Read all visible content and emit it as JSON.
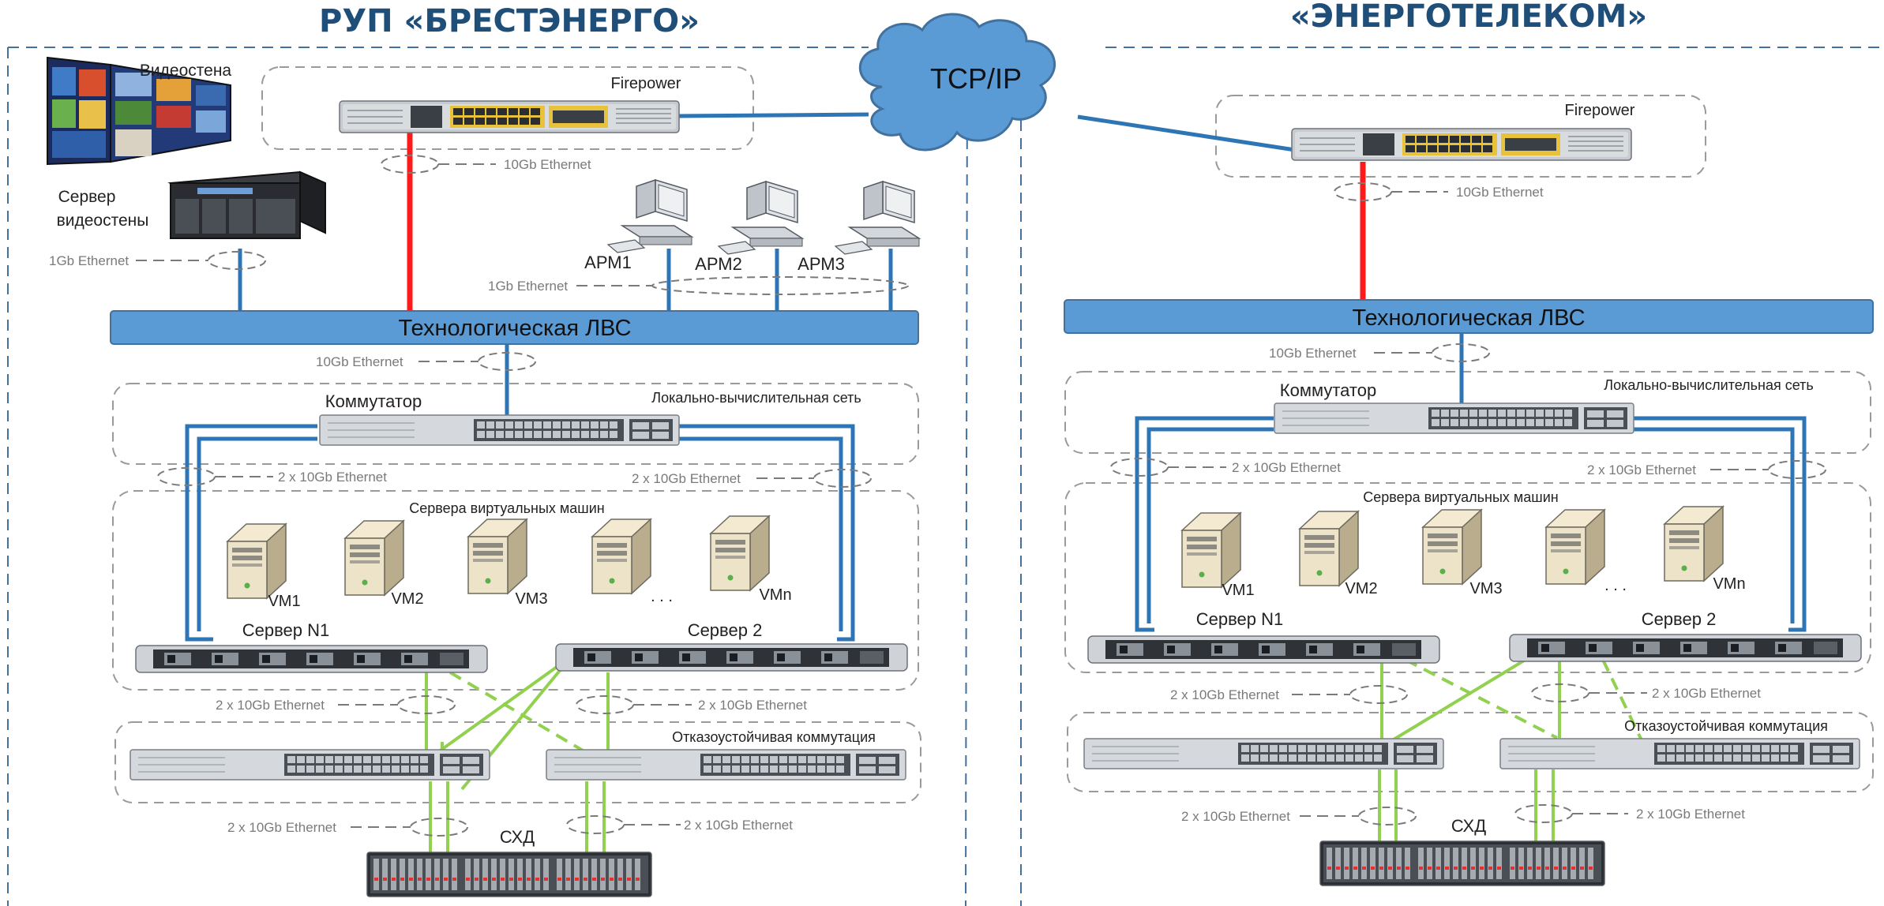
{
  "left": {
    "org_title": "РУП «БРЕСТЭНЕРГО»",
    "firewall_label": "Firepower",
    "video_wall_label": "Видеостена",
    "video_server_label_1": "Сервер",
    "video_server_label_2": "видеостены",
    "lan_label": "Технологическая ЛВС",
    "switch_label": "Коммутатор",
    "lvs_group_label": "Локально-вычислительная сеть",
    "vm_group_label": "Сервера виртуальных машин",
    "vms": [
      "VM1",
      "VM2",
      "VM3",
      ". . .",
      "VMn"
    ],
    "server_1_label": "Сервер N1",
    "server_2_label": "Сервер 2",
    "ha_group_label": "Отказоустойчивая коммутация",
    "storage_label": "СХД",
    "workstations": [
      "АРМ1",
      "АРМ2",
      "АРМ3"
    ],
    "link_fw_lan": "10Gb Ethernet",
    "link_video": "1Gb Ethernet",
    "link_arm": "1Gb Ethernet",
    "link_lan_switch": "10Gb Ethernet",
    "link_switch_srv_left": "2 x 10Gb Ethernet",
    "link_switch_srv_right": "2 x 10Gb Ethernet",
    "link_srv_ha_left": "2 x 10Gb Ethernet",
    "link_srv_ha_right": "2 x 10Gb Ethernet",
    "link_ha_storage_left": "2 x 10Gb Ethernet",
    "link_ha_storage_right": "2 x 10Gb Ethernet"
  },
  "right": {
    "org_title": "«ЭНЕРГОТЕЛЕКОМ»",
    "firewall_label": "Firepower",
    "lan_label": "Технологическая ЛВС",
    "switch_label": "Коммутатор",
    "lvs_group_label": "Локально-вычислительная сеть",
    "vm_group_label": "Сервера виртуальных машин",
    "vms": [
      "VM1",
      "VM2",
      "VM3",
      ". . .",
      "VMn"
    ],
    "server_1_label": "Сервер N1",
    "server_2_label": "Сервер 2",
    "ha_group_label": "Отказоустойчивая коммутация",
    "storage_label": "СХД",
    "link_fw_lan": "10Gb Ethernet",
    "link_lan_switch": "10Gb Ethernet",
    "link_switch_srv_left": "2 x 10Gb Ethernet",
    "link_switch_srv_right": "2 x 10Gb Ethernet",
    "link_srv_ha_left": "2 x 10Gb Ethernet",
    "link_srv_ha_right": "2 x 10Gb Ethernet",
    "link_ha_storage_left": "2 x 10Gb Ethernet",
    "link_ha_storage_right": "2 x 10Gb Ethernet"
  },
  "cloud_label": "TCP/IP",
  "colors": {
    "title": "#1f4e79",
    "lan_bar": "#5b9bd5",
    "blue_link": "#2e75b6",
    "red_link": "#ff1a1a",
    "green_link": "#92d050",
    "dash_border": "#9a9a9a",
    "section_border": "#41719c",
    "cloud": "#5b9bd5"
  },
  "icons": {
    "firewall": "firewall-appliance-icon",
    "cloud": "cloud-icon",
    "video_wall": "video-wall-icon",
    "server": "rack-server-icon",
    "workstation": "workstation-icon",
    "vm": "tower-server-icon",
    "switch": "network-switch-icon",
    "storage": "storage-array-icon"
  }
}
